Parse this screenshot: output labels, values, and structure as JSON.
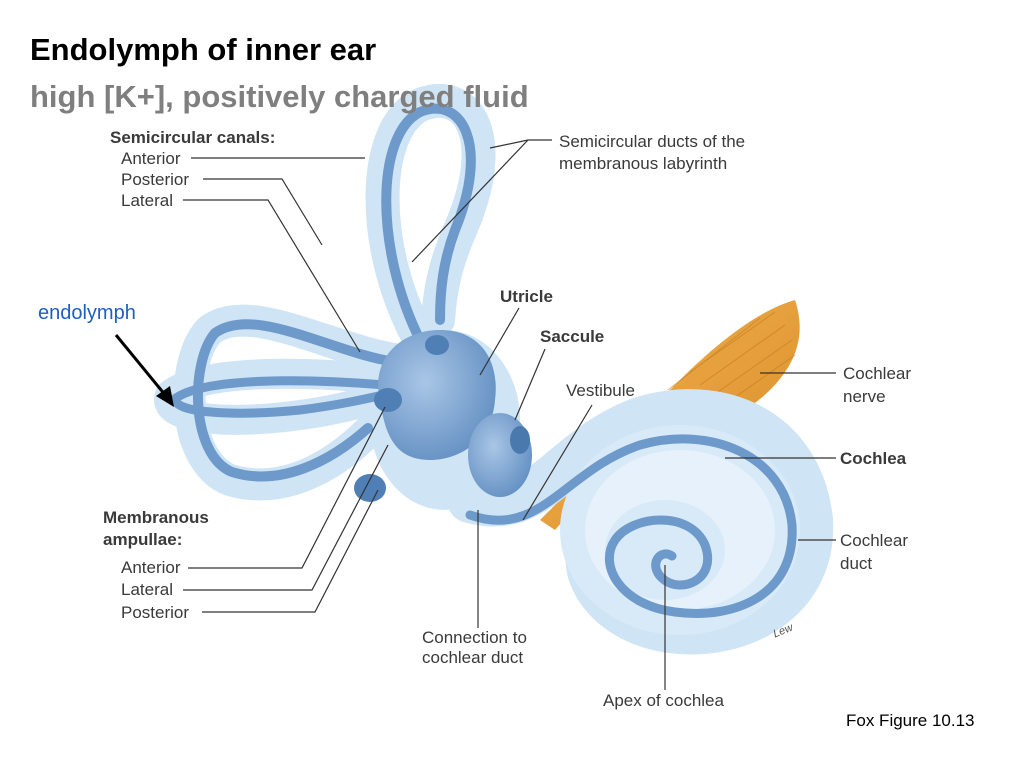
{
  "title": "Endolymph of inner ear",
  "subtitle": "high [K+], positively charged fluid",
  "labels": {
    "semicircular_canals": "Semicircular canals:",
    "anterior": "Anterior",
    "posterior": "Posterior",
    "lateral": "Lateral",
    "semicircular_ducts_1": "Semicircular ducts of the",
    "semicircular_ducts_2": "membranous labyrinth",
    "utricle": "Utricle",
    "saccule": "Saccule",
    "vestibule": "Vestibule",
    "cochlear_nerve_1": "Cochlear",
    "cochlear_nerve_2": "nerve",
    "cochlea": "Cochlea",
    "cochlear_duct_1": "Cochlear",
    "cochlear_duct_2": "duct",
    "membranous_ampullae_1": "Membranous",
    "membranous_ampullae_2": "ampullae:",
    "amp_anterior": "Anterior",
    "amp_lateral": "Lateral",
    "amp_posterior": "Posterior",
    "connection_1": "Connection to",
    "connection_2": "cochlear duct",
    "apex": "Apex of cochlea",
    "endolymph": "endolymph"
  },
  "artist_signature": "Lew",
  "credit": "Fox Figure 10.13",
  "colors": {
    "bony_labyrinth": "#cfe4f5",
    "membranous_duct": "#6d9acb",
    "nerve": "#e9a03a",
    "arrow": "#000000",
    "endolymph_label": "#1f5fbf"
  }
}
